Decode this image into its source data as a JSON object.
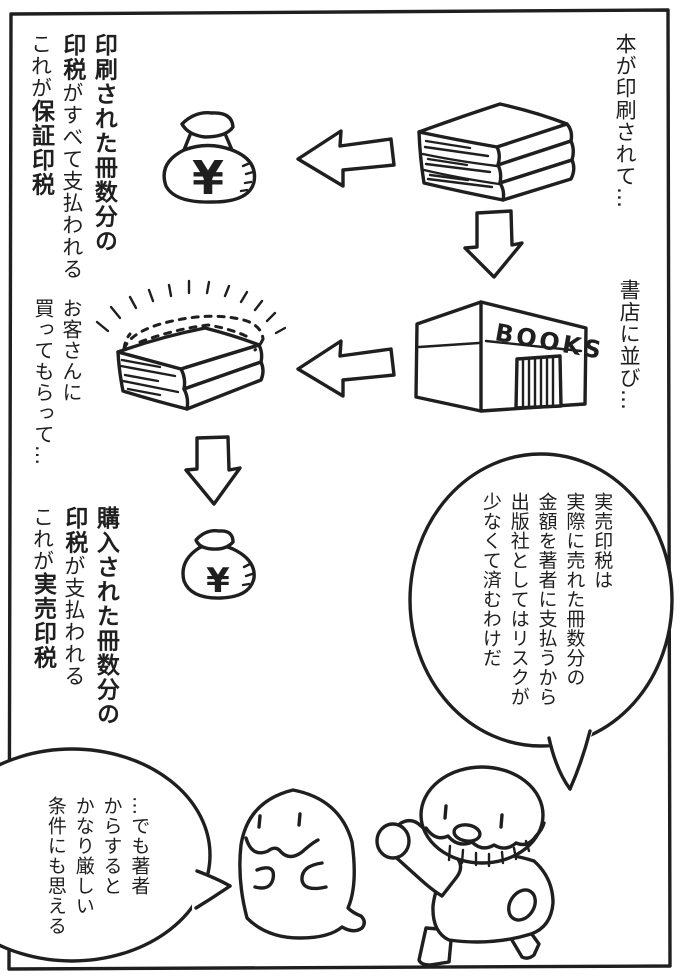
{
  "panel": {
    "ink_color": "#1f1f1f",
    "paper_color": "#ffffff"
  },
  "flow": {
    "step1_caption": "本が印刷されて…",
    "step2_caption": "書店に並び…",
    "step3_caption": {
      "line1": "お客さんに",
      "line2": "買ってもらって…"
    },
    "bookstore_sign": "BOOKS",
    "yen": "¥"
  },
  "royalty_labels": {
    "guaranteed": {
      "col1": "印刷された冊数分の",
      "col2_bold": "印税",
      "col2_rest": "がすべて支払われる",
      "col3_plain": "これが",
      "col3_bold": "保証印税"
    },
    "actual": {
      "col1": "購入された冊数分の",
      "col2_bold": "印税",
      "col2_rest": "が支払われる",
      "col3_plain": "これが",
      "col3_bold": "実売印税"
    }
  },
  "speech": {
    "publisher": {
      "lines": [
        "実売印税は",
        "実際に売れた冊数分の",
        "金額を著者に支払うから",
        "出版社としてはリスクが",
        "少なくて済むわけだ"
      ]
    },
    "author": {
      "lines": [
        "…でも著者",
        "からすると",
        "かなり厳しい",
        "条件にも思える"
      ]
    }
  }
}
